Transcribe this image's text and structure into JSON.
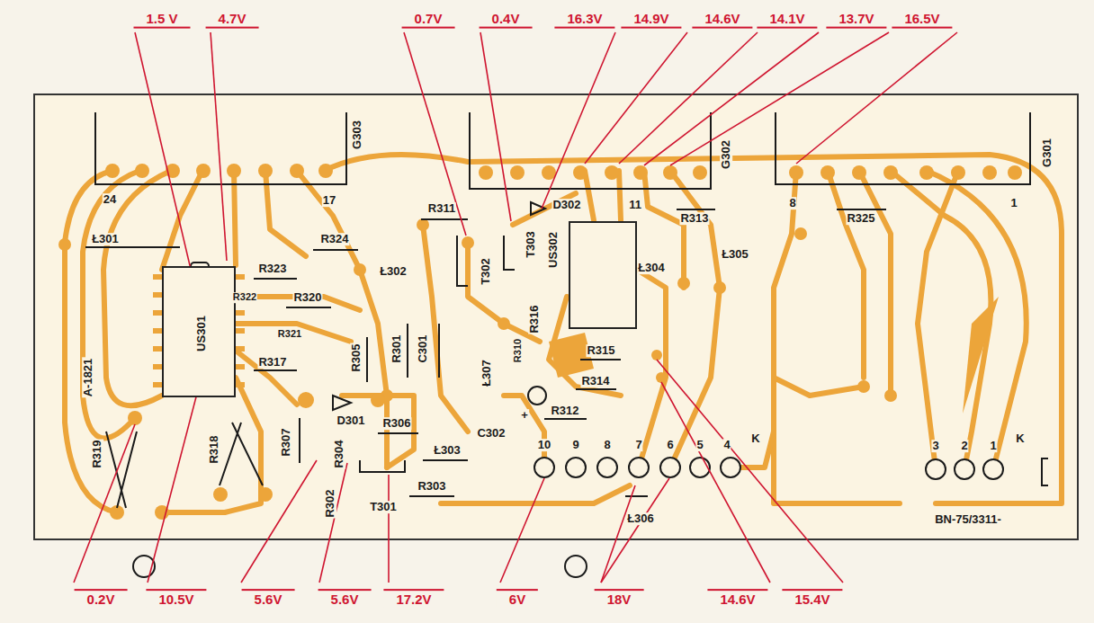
{
  "diagram": {
    "nodes": [
      {
        "text": [
          "US301"
        ]
      },
      {
        "text": [
          "US302"
        ]
      }
    ],
    "labels": [
      "1.5 V",
      "4.7V",
      "0.7V",
      "0.4V",
      "16.3V",
      "14.9V",
      "14.6V",
      "14.1V",
      "13.7V",
      "16.5V",
      "G303",
      "G302",
      "G301",
      "24",
      "17",
      "D302",
      "11",
      "8",
      "1",
      "R311",
      "R313",
      "R325",
      "T303",
      "R324",
      "Ł301",
      "Ł305",
      "Ł304",
      "Ł302",
      "T302",
      "R323",
      "R322",
      "R320",
      "R316",
      "R321",
      "R310",
      "R301",
      "C301",
      "R305",
      "R315",
      "R317",
      "A-1821",
      "Ł307",
      "R314",
      "R312",
      "D301",
      "R306",
      "+",
      "C302",
      "10",
      "9",
      "8",
      "7",
      "6",
      "5",
      "4",
      "K",
      "3",
      "2",
      "1",
      "K",
      "R307",
      "R318",
      "R319",
      "R304",
      "Ł303",
      "R303",
      "R302",
      "T301",
      "Ł306",
      "BN-75/3311-",
      "0.2V",
      "10.5V",
      "5.6V",
      "5.6V",
      "17.2V",
      "6V",
      "18V",
      "14.6V",
      "15.4V"
    ]
  }
}
